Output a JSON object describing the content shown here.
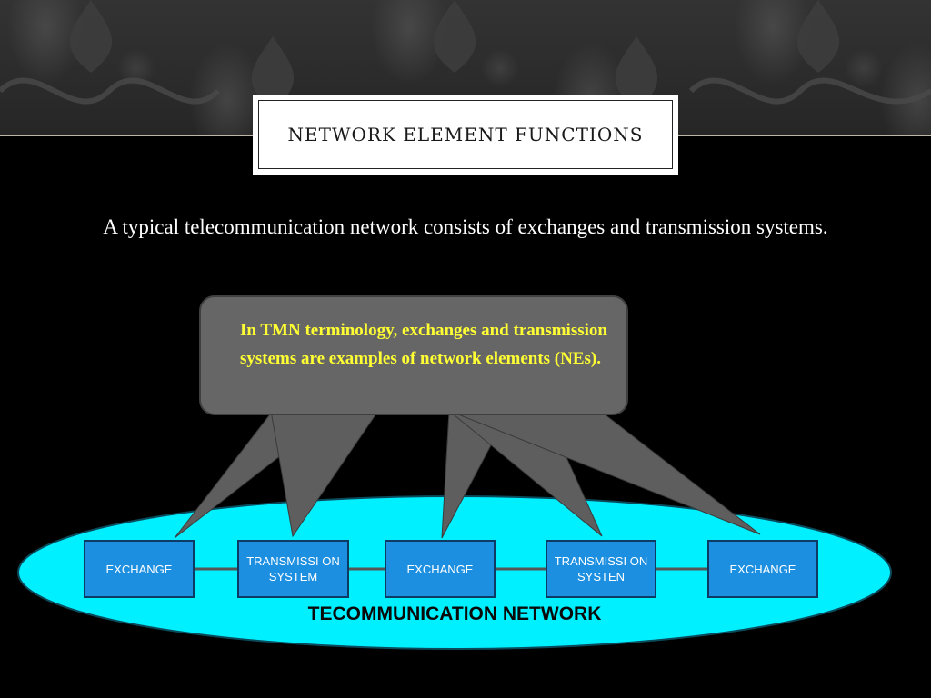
{
  "slide": {
    "title": "NETWORK ELEMENT FUNCTIONS",
    "body": "A typical telecommunication network consists of exchanges and transmission systems."
  },
  "callout": {
    "text": "In TMN terminology, exchanges and transmission systems are examples of network elements (NEs)."
  },
  "network": {
    "label": "TECOMMUNICATION NETWORK",
    "elements": [
      {
        "label": "EXCHANGE"
      },
      {
        "label": "TRANSMISSI ON SYSTEM"
      },
      {
        "label": "EXCHANGE"
      },
      {
        "label": "TRANSMISSI ON SYSTEN"
      },
      {
        "label": "EXCHANGE"
      }
    ]
  },
  "colors": {
    "background": "#000000",
    "ellipse_fill": "#00f0ff",
    "box_fill": "#1c8fe0",
    "callout_fill": "#666666",
    "callout_text": "#ffff33"
  }
}
